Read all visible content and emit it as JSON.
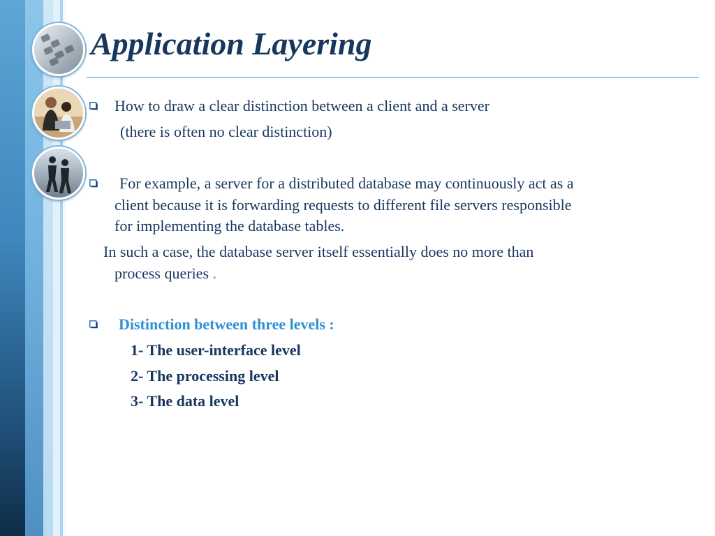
{
  "slide": {
    "title": "Application Layering",
    "bullets": [
      {
        "lines": [
          "How to draw a clear distinction between a client and a server",
          "(there is often no clear distinction)"
        ]
      },
      {
        "lines": [
          "For example, a server for a distributed database may continuously act as a",
          "client because it is forwarding requests to different file servers responsible",
          "for implementing the database tables."
        ],
        "continuation": [
          "In such a case, the database server itself essentially does no more than",
          "process queries"
        ],
        "trailing_mark": "."
      },
      {
        "heading": "Distinction between three levels :",
        "levels": [
          "1- The user-interface level",
          "2- The processing level",
          "3- The data level"
        ]
      }
    ]
  },
  "colors": {
    "title": "#17375e",
    "body_text": "#17375e",
    "accent": "#2e8fd6",
    "rule": "#9cc4e4",
    "stripe_dark": "#1f4f78",
    "stripe_light": "#8cc6ea"
  },
  "icons": [
    "keyboard-photo-icon",
    "business-people-photo-icon",
    "walking-people-photo-icon",
    "square-bullet-icon"
  ]
}
